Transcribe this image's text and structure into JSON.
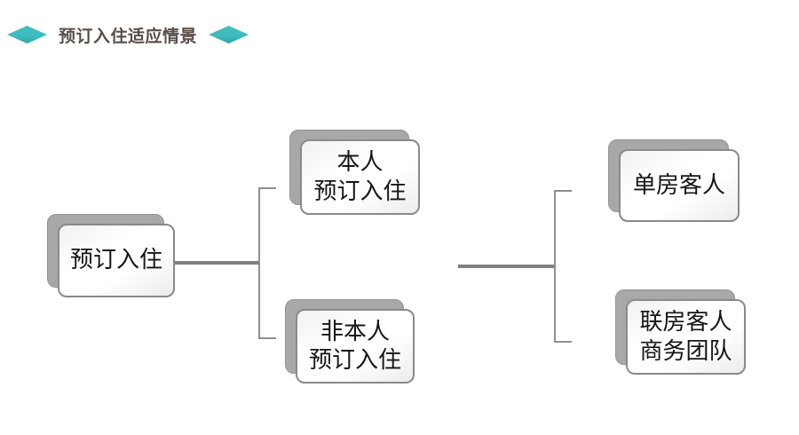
{
  "slide": {
    "title": "预订入住适应情景",
    "decor": {
      "left_diamond": "teal-diamond",
      "right_diamond": "teal-diamond",
      "diamond_color": "#3dbabc",
      "title_color": "#584e48"
    }
  },
  "diagram": {
    "nodes": [
      {
        "label": "预订入住"
      },
      {
        "label": "本人\n预订入住"
      },
      {
        "label": "非本人\n预订入住"
      },
      {
        "label": "单房客人"
      },
      {
        "label": "联房客人\n商务团队"
      }
    ],
    "colors": {
      "connector_thick": "#7f7f7f",
      "connector_thin": "#8f8f8f",
      "card_border": "#8a8a8a",
      "card_shadow": "#a8a8a8"
    }
  }
}
